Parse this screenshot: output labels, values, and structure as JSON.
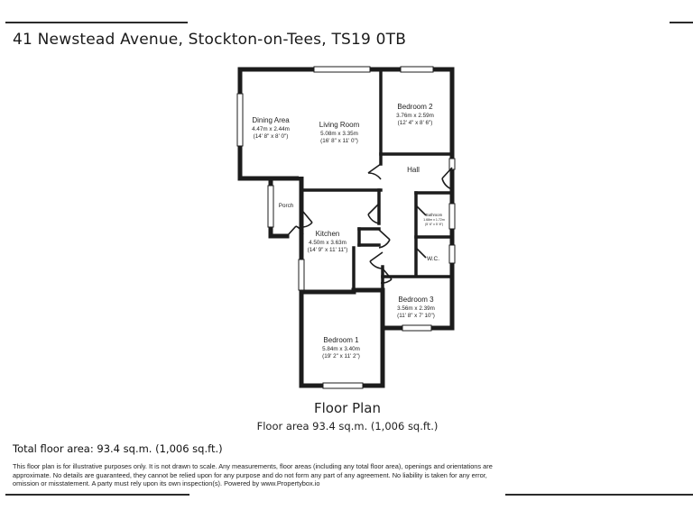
{
  "header": {
    "address": "41 Newstead Avenue, Stockton-on-Tees, TS19 0TB"
  },
  "rooms": {
    "dining": {
      "name": "Dining Area",
      "metric": "4.47m x 2.44m",
      "imperial": "(14' 8\" x 8' 0\")"
    },
    "living": {
      "name": "Living Room",
      "metric": "5.08m x 3.35m",
      "imperial": "(16' 8\" x 11' 0\")"
    },
    "bedroom2": {
      "name": "Bedroom 2",
      "metric": "3.76m x 2.59m",
      "imperial": "(12' 4\" x 8' 6\")"
    },
    "hall": {
      "name": "Hall"
    },
    "porch": {
      "name": "Porch"
    },
    "kitchen": {
      "name": "Kitchen",
      "metric": "4.50m x 3.63m",
      "imperial": "(14' 9\" x 11' 11\")"
    },
    "bathroom": {
      "name": "Bathroom",
      "metric": "1.68m x 1.72m",
      "imperial": "(5' 6\" x 5' 8\")"
    },
    "wc": {
      "name": "W.C."
    },
    "bedroom3": {
      "name": "Bedroom 3",
      "metric": "3.56m x 2.39m",
      "imperial": "(11' 8\" x 7' 10\")"
    },
    "bedroom1": {
      "name": "Bedroom 1",
      "metric": "5.84m x 3.40m",
      "imperial": "(19' 2\" x 11' 2\")"
    }
  },
  "footer": {
    "title": "Floor Plan",
    "area_line": "Floor area 93.4 sq.m. (1,006 sq.ft.)",
    "total": "Total floor area: 93.4 sq.m. (1,006 sq.ft.)",
    "disclaimer": "This floor plan is for illustrative purposes only. It is not drawn to scale. Any measurements, floor areas (including any total floor area), openings and orientations are approximate. No details are guaranteed, they cannot be relied upon for any purpose and do not form any part of any agreement. No liability is taken for any error, omission or misstatement. A party must rely upon its own inspection(s). Powered by www.Propertybox.io"
  }
}
